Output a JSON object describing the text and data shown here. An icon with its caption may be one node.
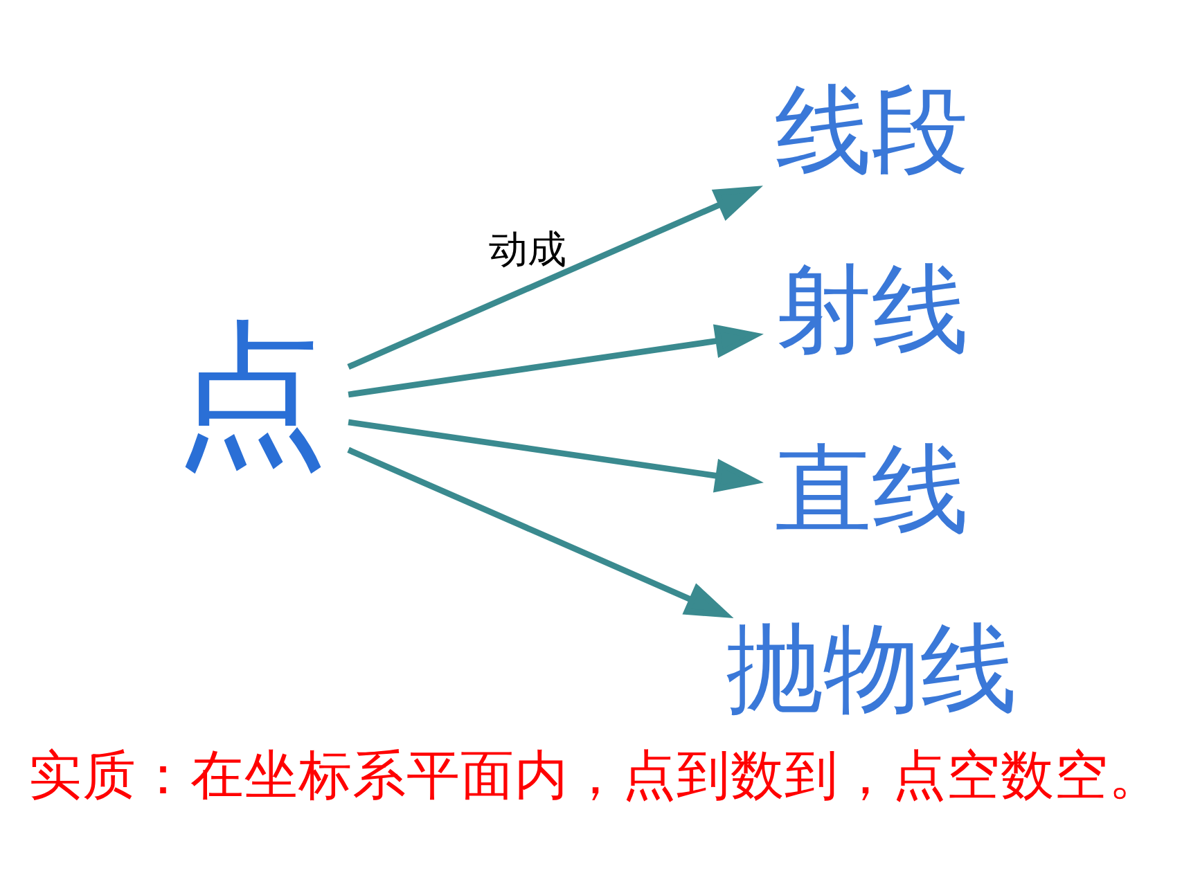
{
  "diagram": {
    "caption": "实质：在坐标系平面内，点到数到，点空数空。",
    "nodes": [
      {
        "text": [
          "点"
        ]
      },
      {
        "text": [
          "线段"
        ]
      },
      {
        "text": [
          "射线"
        ]
      },
      {
        "text": [
          "直线"
        ]
      },
      {
        "text": [
          "抛物线"
        ]
      }
    ],
    "edges": [
      {
        "from": 0,
        "to": 1,
        "arrow": "to",
        "label": "动成"
      },
      {
        "from": 0,
        "to": 2,
        "arrow": "to"
      },
      {
        "from": 0,
        "to": 3,
        "arrow": "to"
      },
      {
        "from": 0,
        "to": 4,
        "arrow": "to"
      }
    ]
  }
}
